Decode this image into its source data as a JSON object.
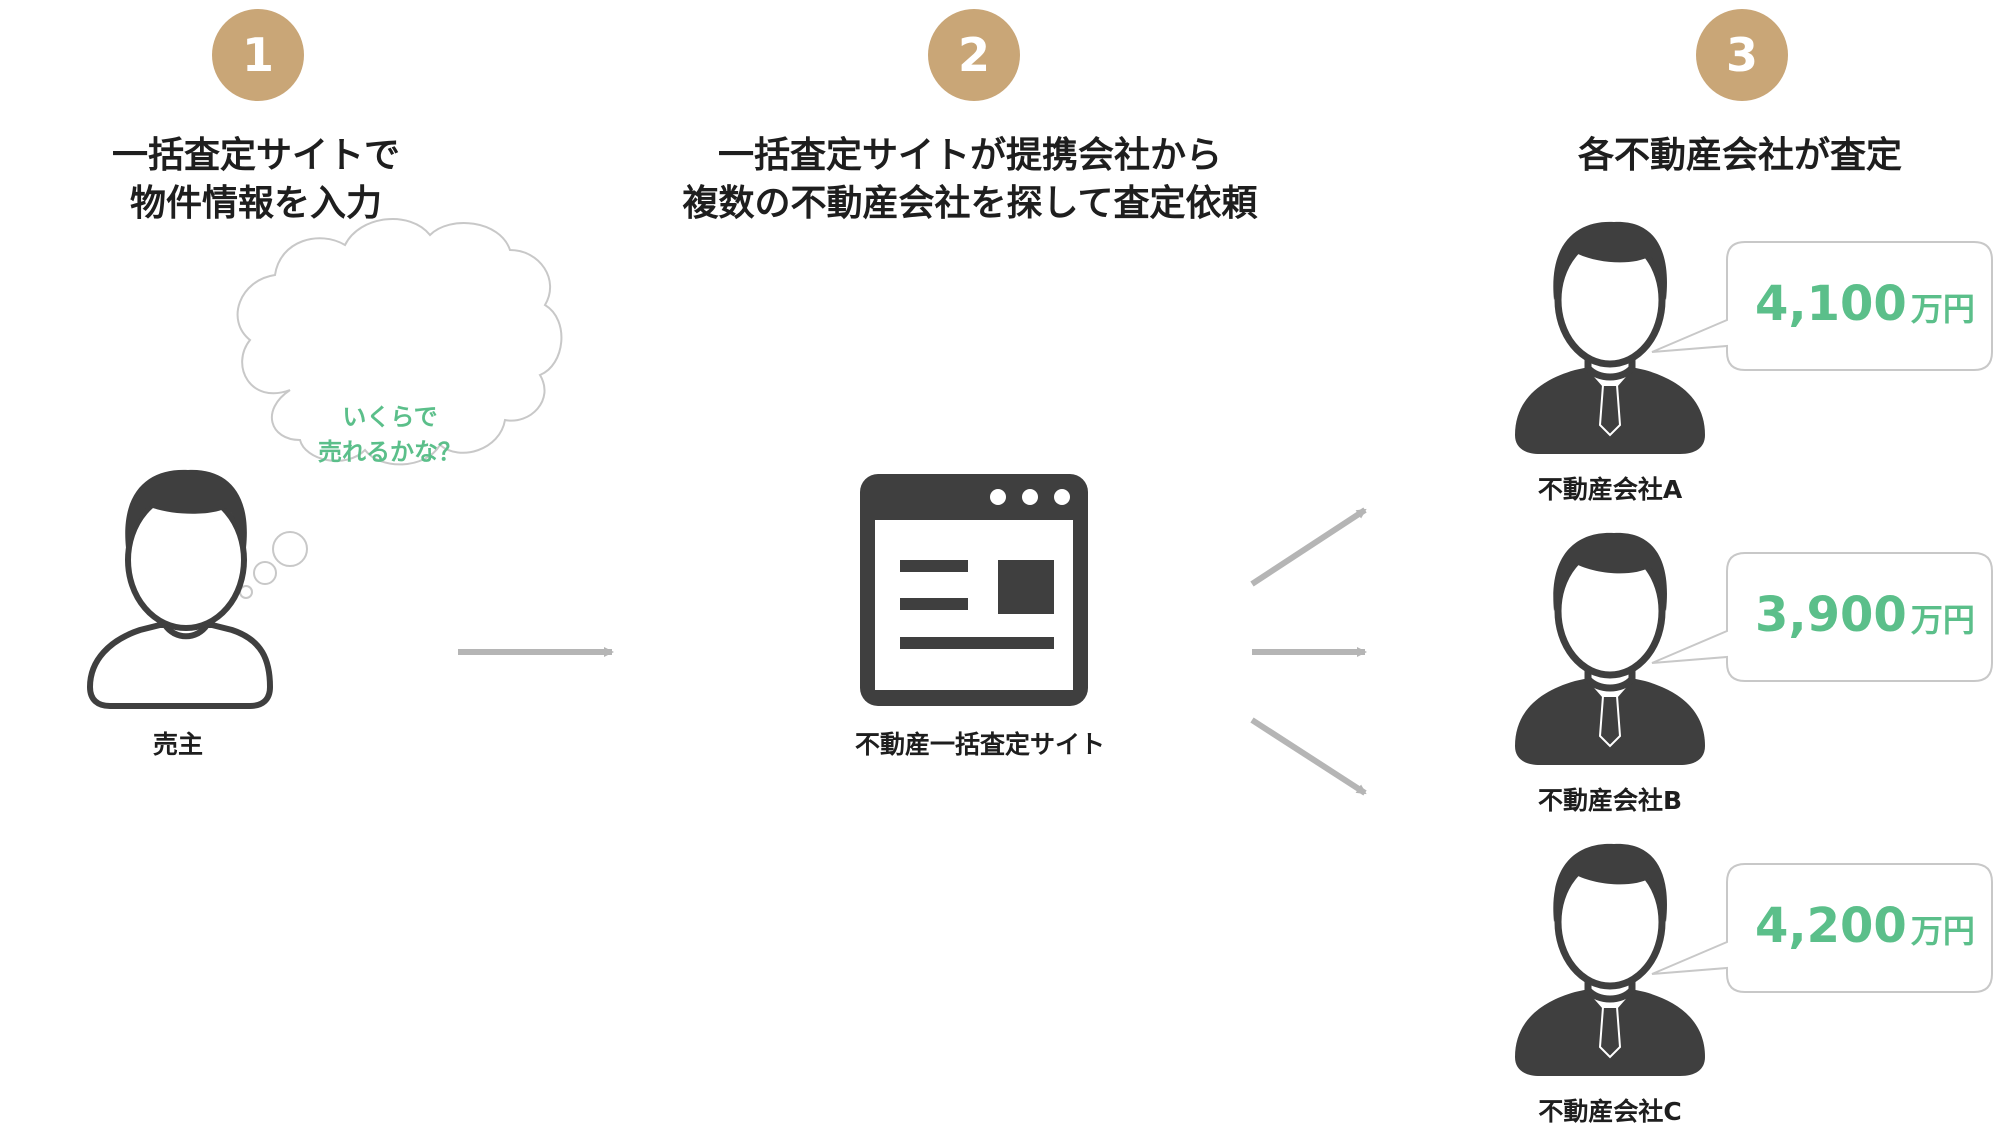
{
  "steps": [
    {
      "number": "1",
      "title_lines": [
        "一括査定サイトで",
        "物件情報を入力"
      ]
    },
    {
      "number": "2",
      "title_lines": [
        "一括査定サイトが提携会社から",
        "複数の不動産会社を探して査定依頼"
      ]
    },
    {
      "number": "3",
      "title_lines": [
        "各不動産会社が査定"
      ]
    }
  ],
  "seller": {
    "label": "売主",
    "thought_lines": [
      "いくらで",
      "売れるかな？"
    ]
  },
  "site": {
    "label": "不動産一括査定サイト"
  },
  "companies": [
    {
      "label": "不動産会社A",
      "price": "4,100",
      "unit": "万円"
    },
    {
      "label": "不動産会社B",
      "price": "3,900",
      "unit": "万円"
    },
    {
      "label": "不動産会社C",
      "price": "4,200",
      "unit": "万円"
    }
  ],
  "colors": {
    "badge": "#c9a677",
    "accent_green": "#5bbf8a",
    "icon_dark": "#3f3f3f",
    "arrow": "#b5b5b5",
    "outline": "#c8c8c8"
  }
}
